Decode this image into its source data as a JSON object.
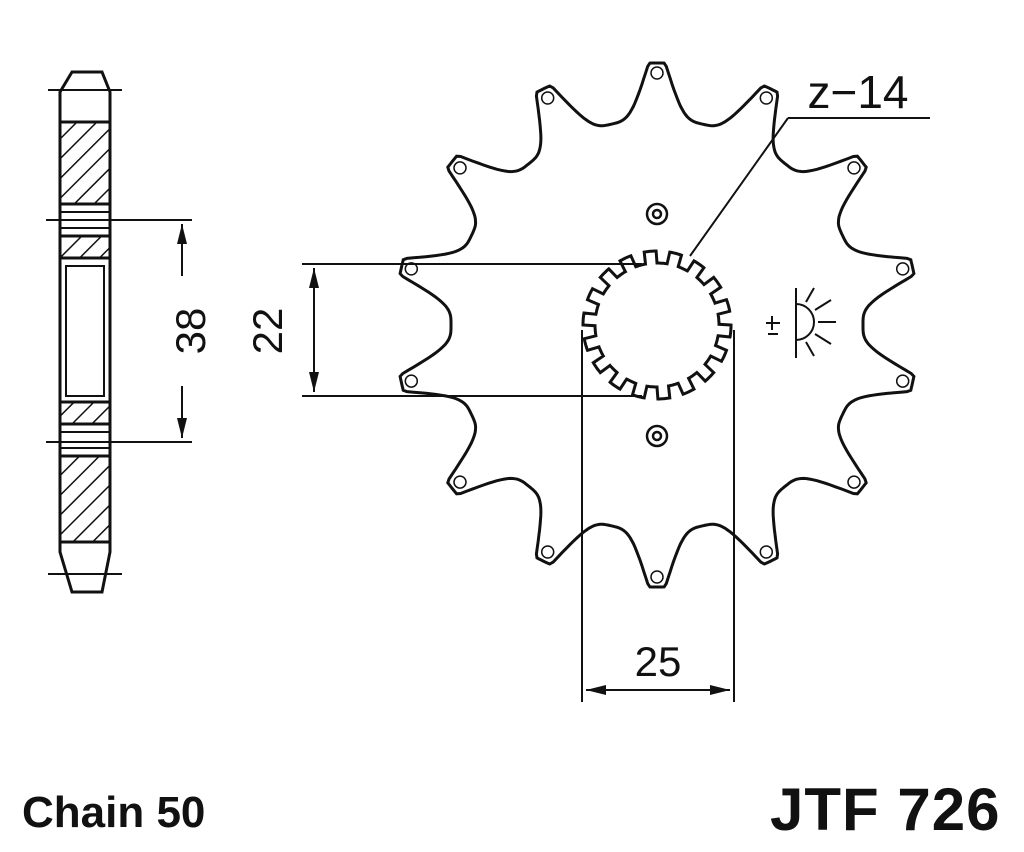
{
  "dimensions": {
    "tooth_count_label": "z−14",
    "height_side": "38",
    "bore": "22",
    "spline": "25"
  },
  "footer": {
    "chain": "Chain 50",
    "part_number": "JTF 726"
  },
  "colors": {
    "ink": "#111111",
    "background": "#ffffff"
  }
}
